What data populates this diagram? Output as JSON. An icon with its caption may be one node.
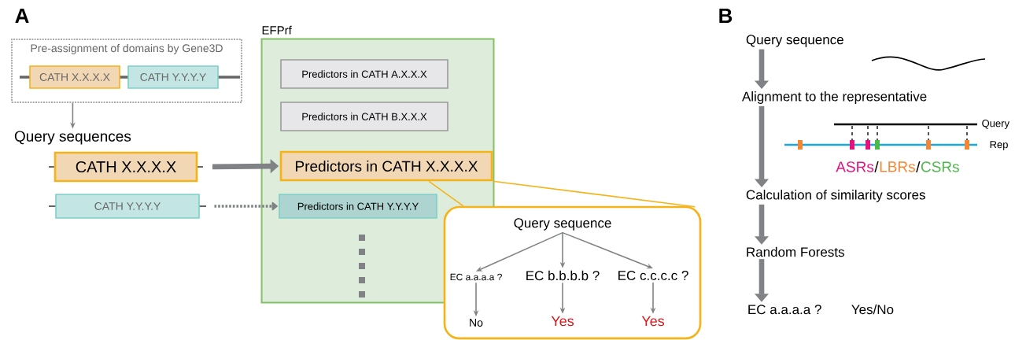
{
  "diagram": {
    "nodes": [
      {
        "text": [
          "Pre-assignment of domains by Gene3D"
        ]
      },
      {
        "text": [
          "CATH X.X.X.X"
        ],
        "in": 0
      },
      {
        "text": [
          "CATH Y.Y.Y.Y"
        ],
        "in": 0
      },
      {
        "text": [
          "Query sequences"
        ]
      },
      {
        "text": [
          "CATH X.X.X.X"
        ]
      },
      {
        "text": [
          "CATH Y.Y.Y.Y"
        ]
      },
      {
        "text": [
          "EFPrf"
        ]
      },
      {
        "text": [
          "Predictors in CATH A.X.X.X"
        ],
        "in": 6
      },
      {
        "text": [
          "Predictors in CATH B.X.X.X"
        ],
        "in": 6
      },
      {
        "text": [
          "Predictors in CATH X.X.X.X"
        ],
        "in": 6
      },
      {
        "text": [
          "Predictors in CATH Y.Y.Y.Y"
        ],
        "in": 6
      },
      {
        "text": [],
        "shape": "box"
      },
      {
        "text": [
          "Query sequence"
        ],
        "in": 11
      },
      {
        "text": [
          "EC a.a.a.a ?"
        ],
        "in": 11
      },
      {
        "text": [
          "EC b.b.b.b ?"
        ],
        "in": 11
      },
      {
        "text": [
          "EC c.c.c.c ?"
        ],
        "in": 11
      },
      {
        "text": [
          "No"
        ],
        "in": 11
      },
      {
        "text": [
          "Yes"
        ],
        "in": 11
      },
      {
        "text": [
          "Yes"
        ],
        "in": 11
      },
      {
        "text": [
          "Query sequence"
        ]
      },
      {
        "text": [
          "Alignment to the representative"
        ]
      },
      {
        "text": [
          "Calculation of similarity scores"
        ]
      },
      {
        "text": [
          "Random Forests"
        ]
      },
      {
        "text": [
          "EC a.a.a.a ?",
          "Yes/No"
        ]
      }
    ],
    "edges": [
      {
        "from": 0,
        "to": 3,
        "arrow": "to"
      },
      {
        "from": 4,
        "to": 9,
        "arrow": "to",
        "style": "thick"
      },
      {
        "from": 5,
        "to": 10,
        "arrow": "to",
        "style": "dashed"
      },
      {
        "from": 9,
        "to": 11,
        "arrow": "none",
        "color": "#f5b31a"
      },
      {
        "from": 9,
        "to": 11,
        "arrow": "none",
        "color": "#f5b31a"
      },
      {
        "from": 12,
        "to": 13,
        "arrow": "to"
      },
      {
        "from": 12,
        "to": 14,
        "arrow": "to"
      },
      {
        "from": 12,
        "to": 15,
        "arrow": "to"
      },
      {
        "from": 13,
        "to": 16,
        "arrow": "to"
      },
      {
        "from": 14,
        "to": 17,
        "arrow": "to"
      },
      {
        "from": 15,
        "to": 18,
        "arrow": "to"
      },
      {
        "from": 19,
        "to": 20,
        "arrow": "to",
        "style": "thick"
      },
      {
        "from": 20,
        "to": 21,
        "arrow": "to",
        "style": "thick"
      },
      {
        "from": 21,
        "to": 22,
        "arrow": "to",
        "style": "thick"
      },
      {
        "from": 22,
        "to": 23,
        "arrow": "to",
        "style": "thick"
      }
    ],
    "labels": [
      "A",
      "B",
      "Query",
      "Rep",
      "ASRs",
      "/",
      "LBRs",
      "/",
      "CSRs"
    ]
  }
}
